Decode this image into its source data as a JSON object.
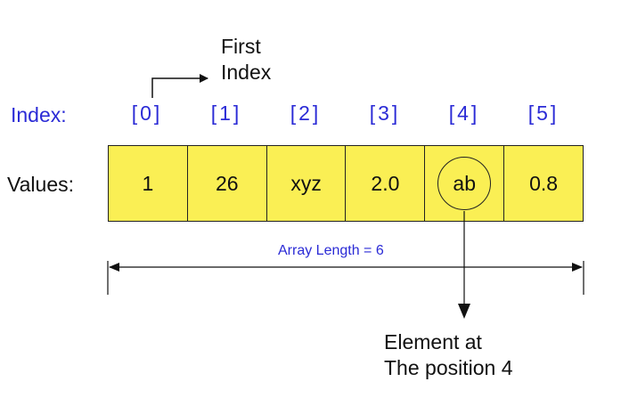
{
  "first_index_label": [
    "First",
    "Index"
  ],
  "index_row_label": "Index:",
  "values_row_label": "Values:",
  "indices": [
    "[0]",
    "[1]",
    "[2]",
    "[3]",
    "[4]",
    "[5]"
  ],
  "values": [
    "1",
    "26",
    "xyz",
    "2.0",
    "ab",
    "0.8"
  ],
  "highlighted_index": 4,
  "array_length_label": "Array Length = 6",
  "element_label": [
    "Element at",
    "The position 4"
  ],
  "colors": {
    "cell_fill": "#faef54",
    "index_text": "#2b2bd6",
    "text": "#111111",
    "line": "#222222"
  }
}
